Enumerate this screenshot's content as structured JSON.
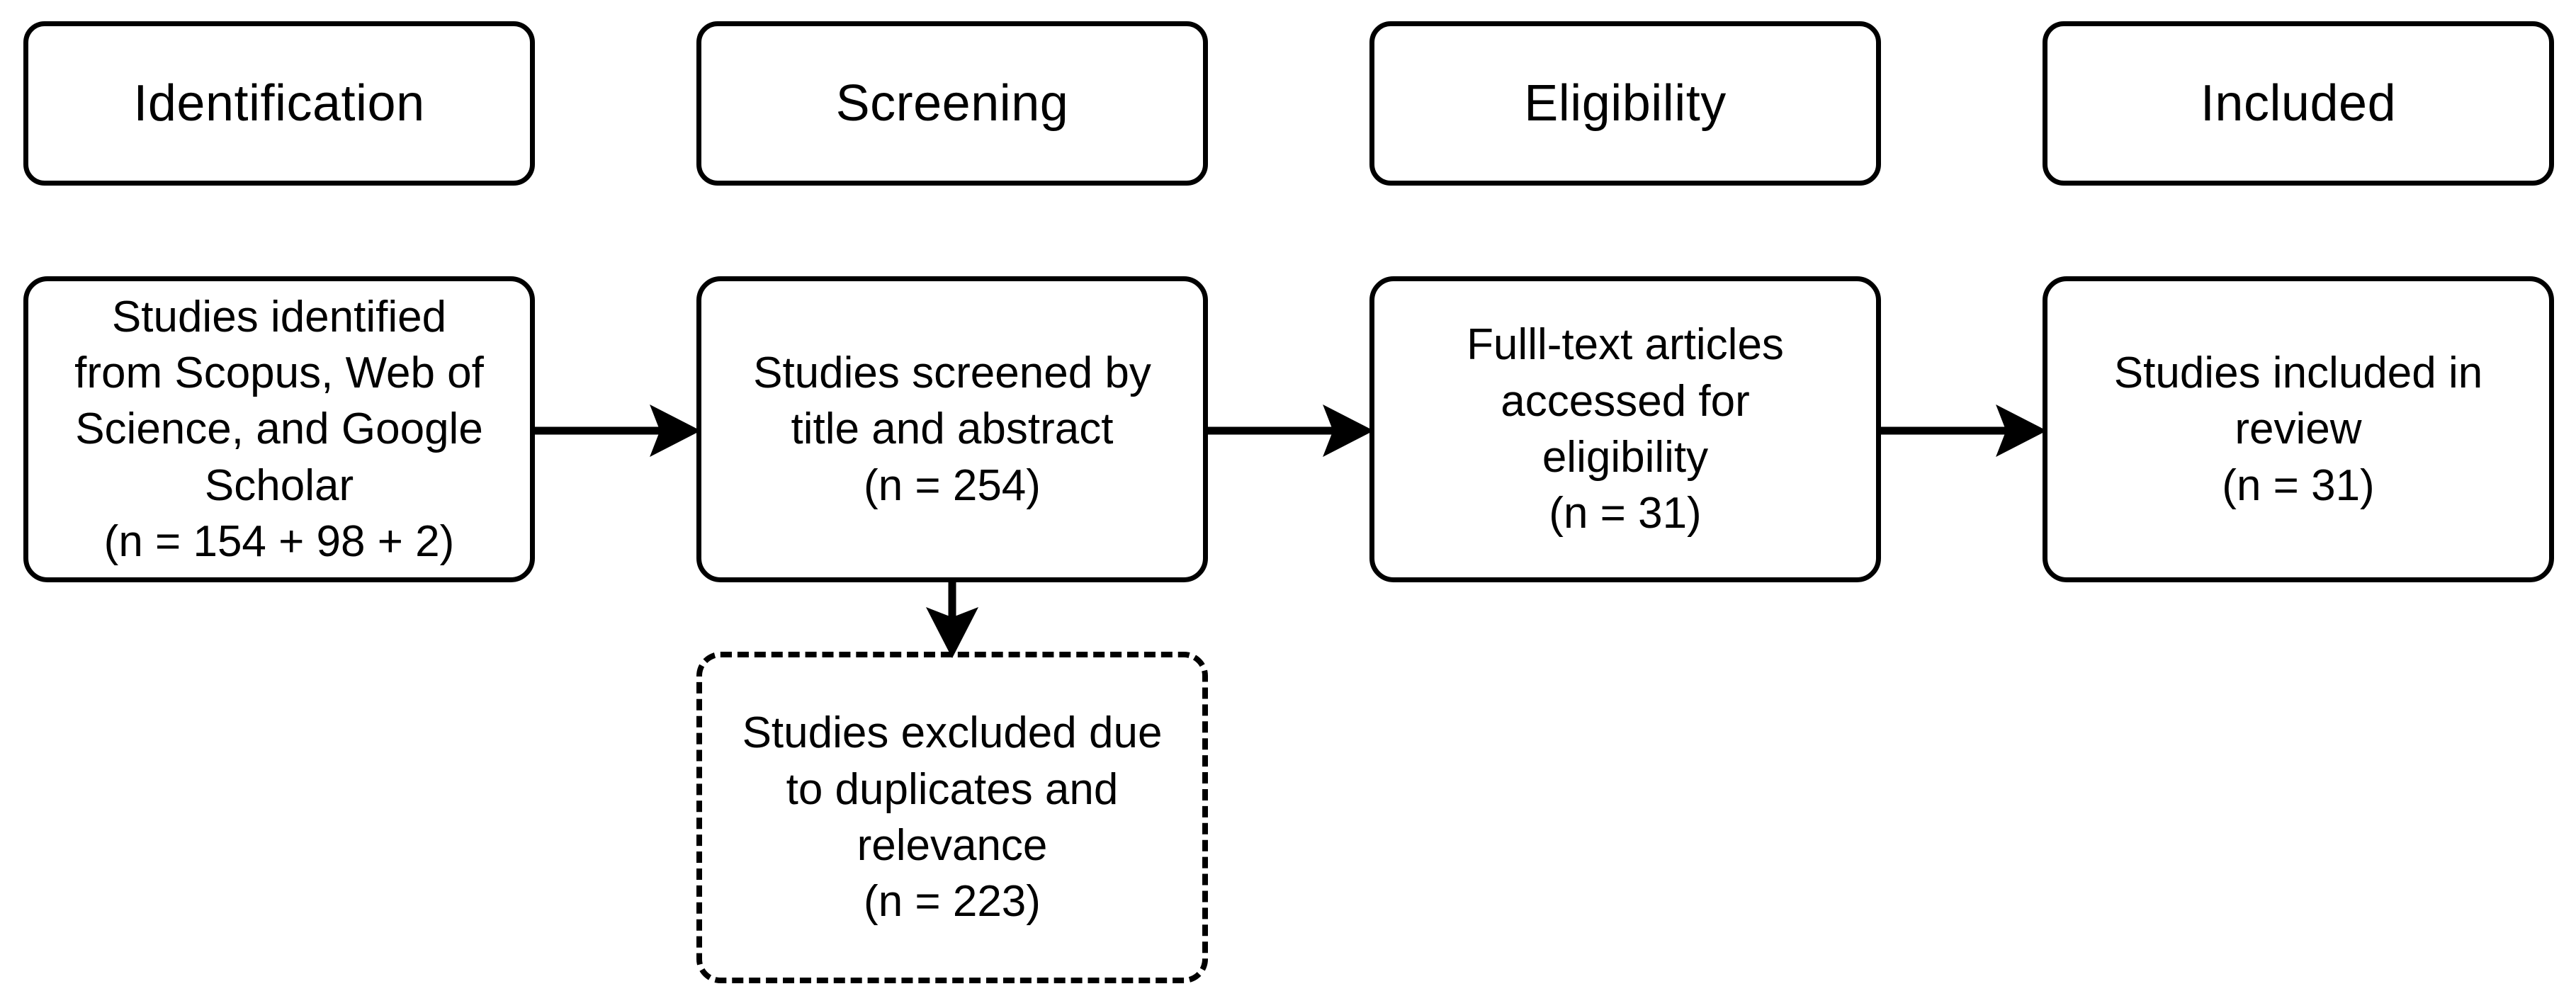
{
  "diagram": {
    "type": "prisma-flow-diagram",
    "title": "",
    "background_color": "#ffffff",
    "line_color": "#000000",
    "text_color": "#000000"
  },
  "stages": [
    {
      "id": "identification",
      "label": "Identification"
    },
    {
      "id": "screening",
      "label": "Screening"
    },
    {
      "id": "eligibility",
      "label": "Eligibility"
    },
    {
      "id": "included",
      "label": "Included"
    }
  ],
  "boxes": [
    {
      "id": "identified",
      "stage": "identification",
      "border_style": "solid",
      "lines": [
        "Studies identified",
        "from Scopus, Web of",
        "Science, and Google",
        "Scholar",
        "(n = 154 + 98 + 2)"
      ],
      "count_label": "(n = 154 + 98 + 2)",
      "count_total": 254
    },
    {
      "id": "screened",
      "stage": "screening",
      "border_style": "solid",
      "lines": [
        "Studies screened by",
        "title and abstract",
        "(n = 254)"
      ],
      "count_label": "(n = 254)",
      "count_total": 254
    },
    {
      "id": "fulltext",
      "stage": "eligibility",
      "border_style": "solid",
      "lines": [
        "Fulll-text articles",
        "accessed for",
        "eligibility",
        "(n = 31)"
      ],
      "count_label": "(n = 31)",
      "count_total": 31
    },
    {
      "id": "review-included",
      "stage": "included",
      "border_style": "solid",
      "lines": [
        "Studies included in",
        "review",
        "(n = 31)"
      ],
      "count_label": "(n = 31)",
      "count_total": 31
    },
    {
      "id": "excluded",
      "stage": "screening",
      "border_style": "dashed",
      "lines": [
        "Studies excluded due",
        "to duplicates and",
        "relevance",
        "(n = 223)"
      ],
      "count_label": "(n = 223)",
      "count_total": 223
    }
  ],
  "edges": [
    {
      "id": "identified-to-screened",
      "from": "identified",
      "to": "screened",
      "direction": "right",
      "style": "solid",
      "arrowhead": "filled-triangle"
    },
    {
      "id": "screened-to-fulltext",
      "from": "screened",
      "to": "fulltext",
      "direction": "right",
      "style": "solid",
      "arrowhead": "filled-triangle"
    },
    {
      "id": "fulltext-to-review",
      "from": "fulltext",
      "to": "review-included",
      "direction": "right",
      "style": "solid",
      "arrowhead": "filled-triangle"
    },
    {
      "id": "screened-to-excluded",
      "from": "screened",
      "to": "excluded",
      "direction": "down",
      "style": "solid",
      "arrowhead": "filled-triangle"
    }
  ]
}
